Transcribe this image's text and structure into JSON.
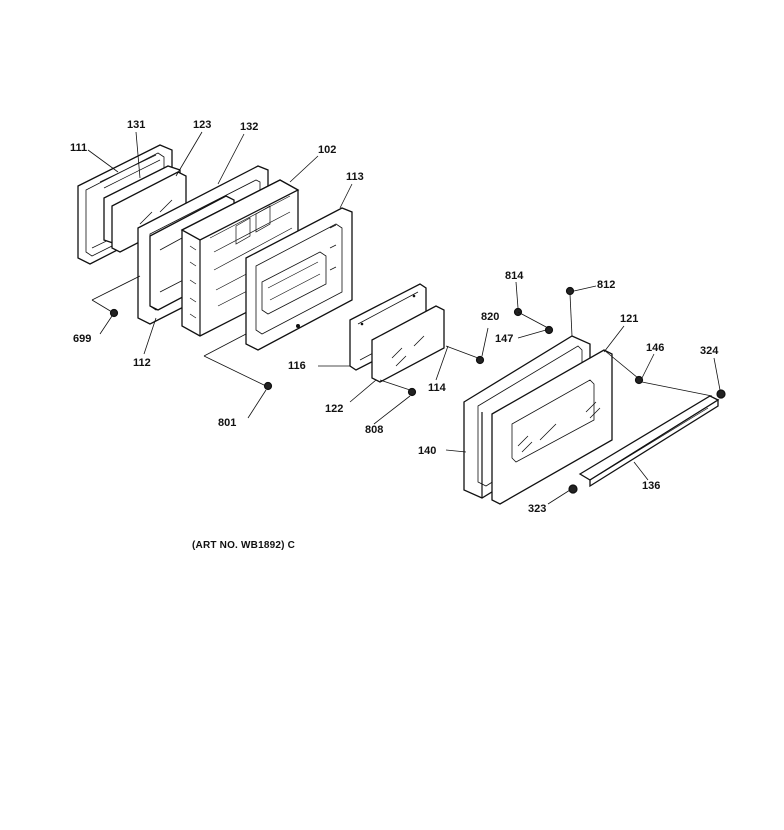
{
  "diagram": {
    "caption": "(ART NO. WB1892) C",
    "callouts": {
      "c111": "111",
      "c131": "131",
      "c123": "123",
      "c132": "132",
      "c102": "102",
      "c113": "113",
      "c699": "699",
      "c112": "112",
      "c116": "116",
      "c801": "801",
      "c122": "122",
      "c114": "114",
      "c808": "808",
      "c820": "820",
      "c814": "814",
      "c812": "812",
      "c147": "147",
      "c121": "121",
      "c146": "146",
      "c324": "324",
      "c140": "140",
      "c136": "136",
      "c323": "323"
    }
  }
}
